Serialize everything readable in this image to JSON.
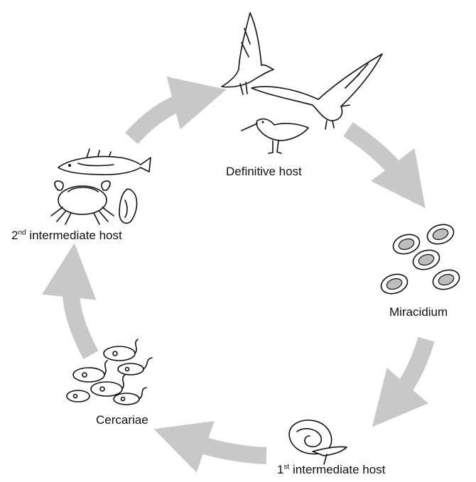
{
  "stages": {
    "definitive_host": {
      "label": "Definitive host"
    },
    "miracidium": {
      "label": "Miracidium"
    },
    "first_intermediate_host": {
      "ordinal": "1",
      "suffix": "st",
      "label": "intermediate host"
    },
    "cercariae": {
      "label": "Cercariae"
    },
    "second_intermediate_host": {
      "ordinal": "2",
      "suffix": "nd",
      "label": "intermediate host"
    }
  },
  "arrow_color": "#c8c8c8",
  "icons": [
    "bird-icon",
    "gull-icon",
    "wader-bird-icon",
    "egg-icon",
    "snail-icon",
    "cercaria-icon",
    "fish-icon",
    "crab-icon",
    "bivalve-icon"
  ]
}
